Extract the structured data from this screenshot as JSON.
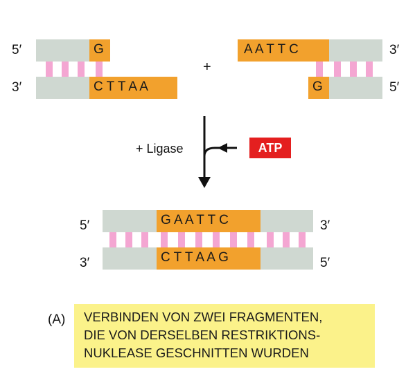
{
  "fragment_left": {
    "top_end": "5′",
    "bottom_end": "3′",
    "top_seq": "G",
    "bottom_seq": "C T T A A"
  },
  "plus_sign": "+",
  "fragment_right": {
    "top_end": "3′",
    "bottom_end": "5′",
    "top_seq": "A A T T C",
    "bottom_seq": "G"
  },
  "reaction": {
    "ligase_label": "+ Ligase",
    "atp_label": "ATP"
  },
  "product": {
    "top_left_end": "5′",
    "top_right_end": "3′",
    "bottom_left_end": "3′",
    "bottom_right_end": "5′",
    "top_seq": "G A A T T C",
    "bottom_seq": "C T T A A G"
  },
  "caption": {
    "label": "(A)",
    "lines": [
      "VERBINDEN VON ZWEI FRAGMENTEN,",
      "DIE VON DERSELBEN RESTRIKTIONS-",
      "NUKLEASE GESCHNITTEN WURDEN"
    ]
  },
  "colors": {
    "backbone": "#cfd8d1",
    "overhang": "#f2a12d",
    "base_pair": "#f4a6d2",
    "atp": "#e41f1f",
    "caption_bg": "#fbf28a"
  }
}
